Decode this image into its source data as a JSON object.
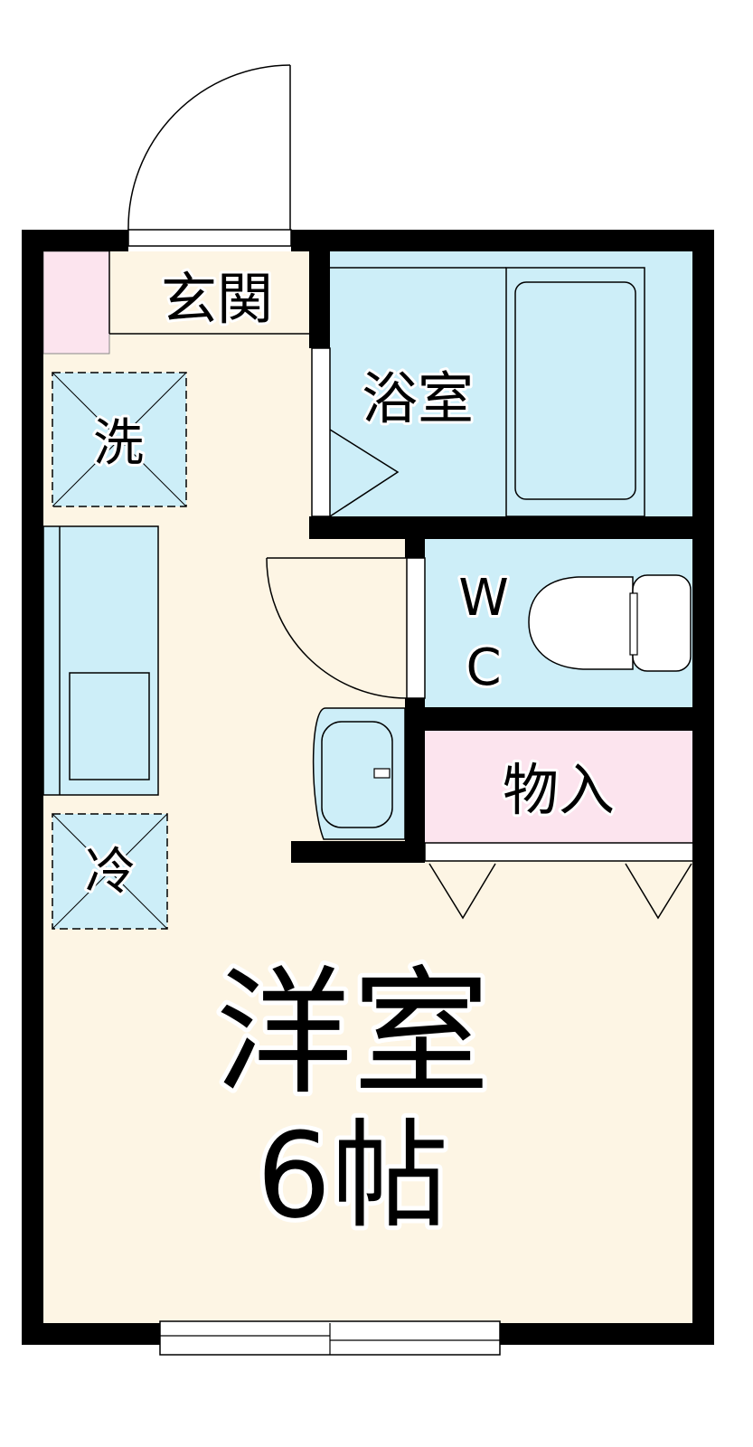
{
  "colors": {
    "wall": "#000000",
    "room_floor": "#FDF5E4",
    "wet_area": "#CDEEF8",
    "storage": "#FCE4EE",
    "line": "#000000"
  },
  "rooms": {
    "genkan": {
      "label": "玄関"
    },
    "bath": {
      "label": "浴室"
    },
    "wc": {
      "label_line1": "W",
      "label_line2": "C"
    },
    "storage": {
      "label": "物入"
    },
    "washer": {
      "label": "洗"
    },
    "fridge": {
      "label": "冷"
    },
    "main": {
      "label_line1": "洋室",
      "label_line2": "6帖"
    }
  },
  "icons": {
    "door": "door-swing-icon",
    "bathtub": "bathtub-icon",
    "toilet": "toilet-icon",
    "sink": "wash-basin-icon",
    "kitchen": "kitchen-counter-icon",
    "window": "window-icon"
  }
}
